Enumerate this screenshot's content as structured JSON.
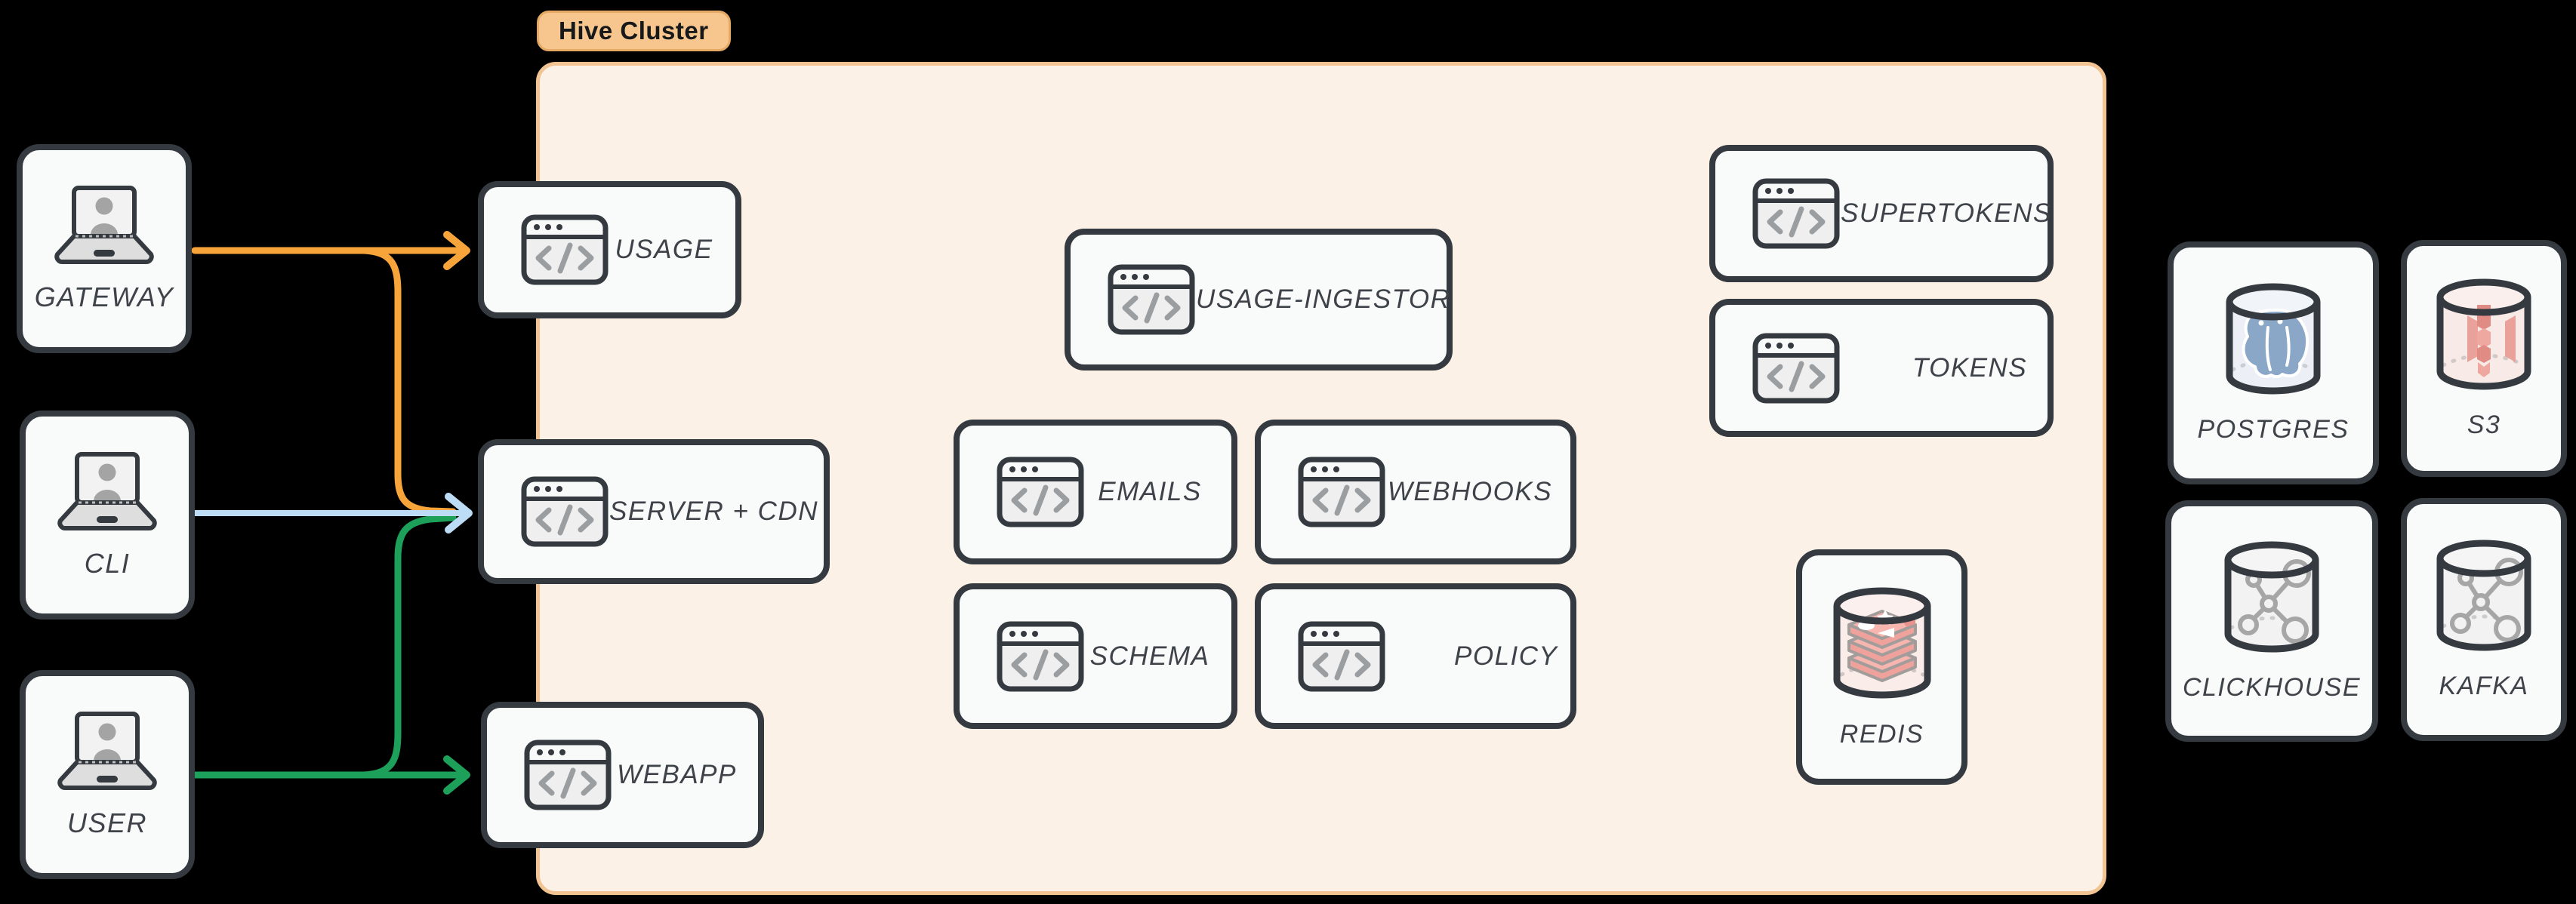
{
  "title": "Hive Cluster",
  "colors": {
    "background": "#000000",
    "cluster_bg": "#FCF1E7",
    "cluster_border": "#F3C493",
    "cluster_label_bg": "#F6C68E",
    "cluster_label_border": "#E5A963",
    "cluster_label_text": "#17181A",
    "box_bg": "#F9FAFA",
    "box_border": "#343A40",
    "label_text": "#3E434A",
    "arrow_orange": "#F7A43B",
    "arrow_blue": "#BCDDF5",
    "arrow_green": "#1CA05A",
    "icon_gray": "#9B9EA1",
    "redis_pink": "#F6B6AF",
    "postgres_blue": "#8BA7C7",
    "s3_red": "#E59189",
    "molecule_gray": "#A6A6A6"
  },
  "clients": [
    {
      "id": "gateway",
      "label": "GATEWAY"
    },
    {
      "id": "cli",
      "label": "CLI"
    },
    {
      "id": "user",
      "label": "USER"
    }
  ],
  "services": {
    "usage": {
      "label": "USAGE"
    },
    "server_cdn": {
      "label": "SERVER + CDN"
    },
    "webapp": {
      "label": "WEBAPP"
    },
    "usage_ingestor": {
      "label": "USAGE-INGESTOR"
    },
    "emails": {
      "label": "EMAILS"
    },
    "webhooks": {
      "label": "WEBHOOKS"
    },
    "schema": {
      "label": "SCHEMA"
    },
    "policy": {
      "label": "POLICY"
    },
    "supertokens": {
      "label": "SUPERTOKENS"
    },
    "tokens": {
      "label": "TOKENS"
    }
  },
  "datastores": {
    "redis": {
      "label": "REDIS"
    },
    "postgres": {
      "label": "POSTGRES"
    },
    "s3": {
      "label": "S3"
    },
    "clickhouse": {
      "label": "CLICKHOUSE"
    },
    "kafka": {
      "label": "KAFKA"
    }
  },
  "edges": [
    {
      "from": "GATEWAY",
      "to": "USAGE",
      "color": "#F7A43B"
    },
    {
      "from": "GATEWAY",
      "to": "SERVER + CDN",
      "color": "#F7A43B"
    },
    {
      "from": "CLI",
      "to": "SERVER + CDN",
      "color": "#BCDDF5"
    },
    {
      "from": "USER",
      "to": "SERVER + CDN",
      "color": "#1CA05A"
    },
    {
      "from": "USER",
      "to": "WEBAPP",
      "color": "#1CA05A"
    }
  ]
}
